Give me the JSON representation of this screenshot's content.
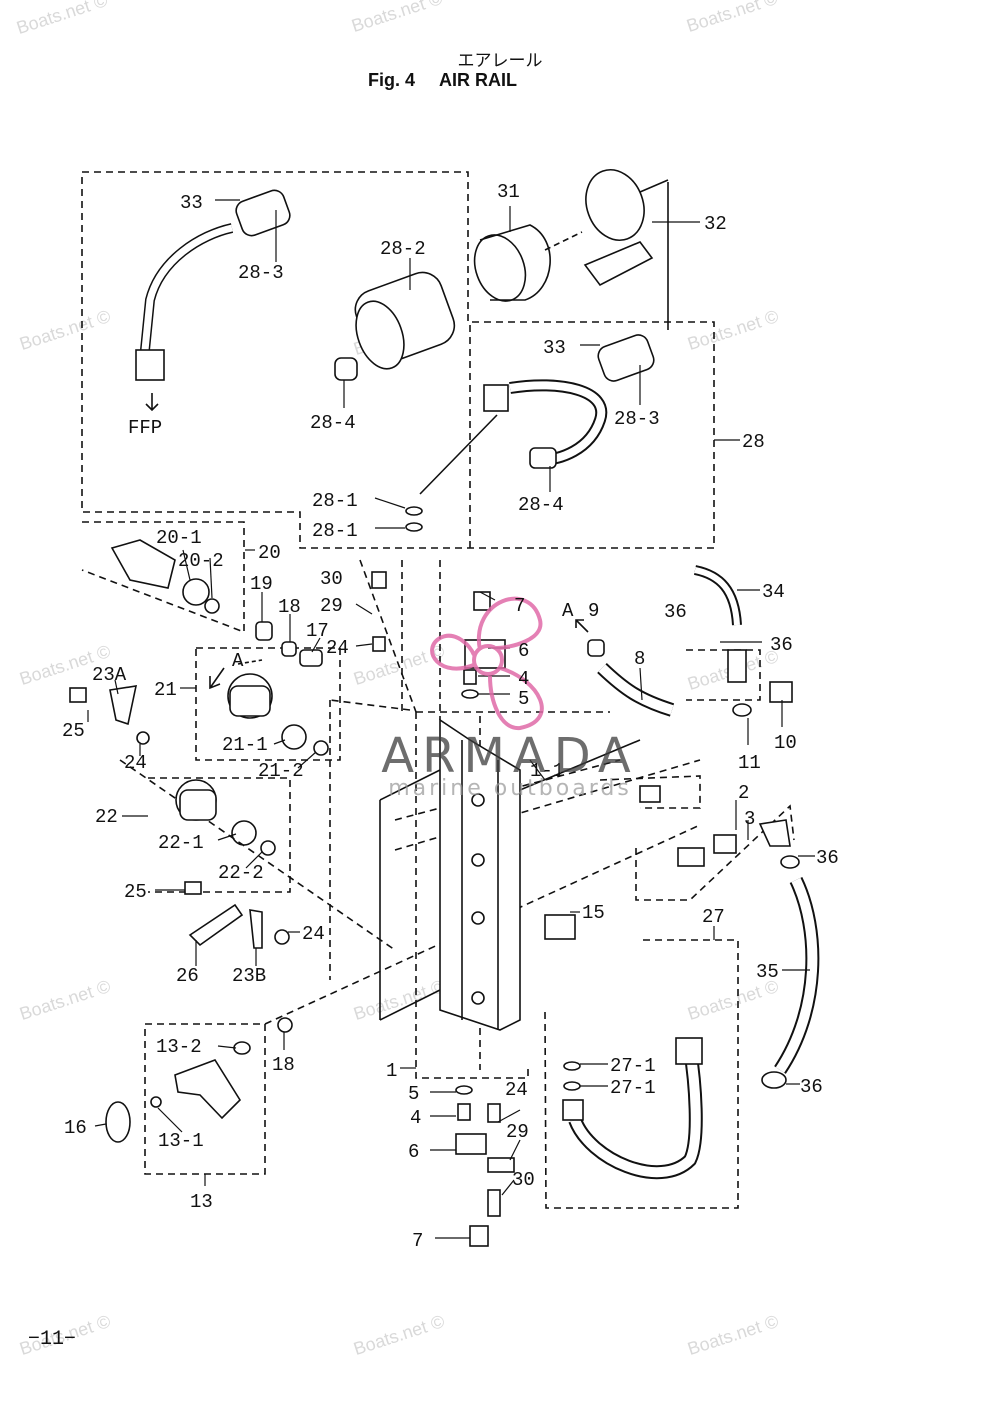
{
  "header": {
    "title_jp": "エアレール",
    "fig_label": "Fig. 4",
    "title_en": "AIR RAIL"
  },
  "page_number": "−11−",
  "watermark_text": "Boats.net ©",
  "brand": {
    "name": "ARMADA",
    "subtitle": "marine outboards",
    "color_pink": "#e06aa8"
  },
  "labels": {
    "p1": "1",
    "p1_1": "1-1",
    "p2": "2",
    "p3": "3",
    "p4a": "4",
    "p4b": "4",
    "p5a": "5",
    "p5b": "5",
    "p6a": "6",
    "p6b": "6",
    "p7a": "7",
    "p7b": "7",
    "p8": "8",
    "p9": "9",
    "p10": "10",
    "p11": "11",
    "p13": "13",
    "p13_1": "13-1",
    "p13_2": "13-2",
    "p15": "15",
    "p16": "16",
    "p17": "17",
    "p18a": "18",
    "p18b": "18",
    "p19": "19",
    "p20": "20",
    "p20_1": "20-1",
    "p20_2": "20-2",
    "p21": "21",
    "p21_1": "21-1",
    "p21_2": "21-2",
    "p22": "22",
    "p22_1": "22-1",
    "p22_2": "22-2",
    "p23a": "23A",
    "p23b": "23B",
    "p24a": "24",
    "p24b": "24",
    "p24c": "24",
    "p24d": "24",
    "p25a": "25",
    "p25b": "25",
    "p26": "26",
    "p27": "27",
    "p27_1a": "27-1",
    "p27_1b": "27-1",
    "p28": "28",
    "p28_1a": "28-1",
    "p28_1b": "28-1",
    "p28_2": "28-2",
    "p28_3a": "28-3",
    "p28_3b": "28-3",
    "p28_4a": "28-4",
    "p28_4b": "28-4",
    "p29a": "29",
    "p29b": "29",
    "p30a": "30",
    "p30b": "30",
    "p31": "31",
    "p32": "32",
    "p33a": "33",
    "p33b": "33",
    "p34": "34",
    "p35": "35",
    "p36a": "36",
    "p36b": "36",
    "p36c": "36",
    "p36d": "36",
    "ffp": "FFP",
    "arrow_a1": "A",
    "arrow_a2": "A"
  }
}
